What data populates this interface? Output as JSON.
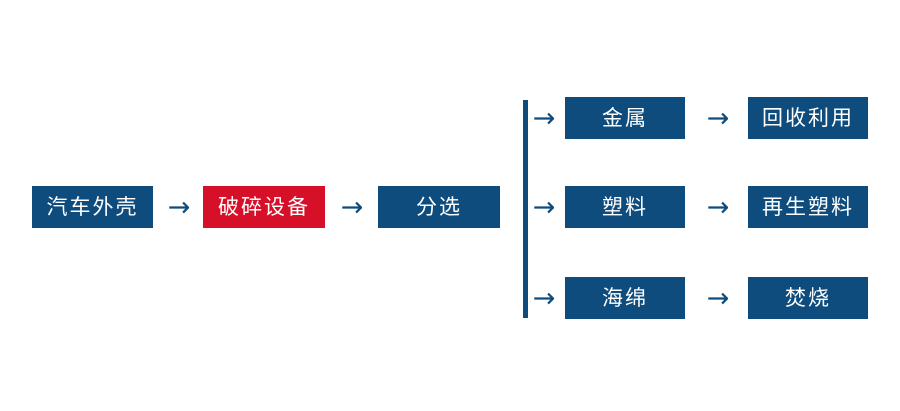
{
  "diagram": {
    "type": "flowchart",
    "title": "",
    "colors": {
      "node_blue": "#0e4c7e",
      "node_red": "#d7102a",
      "arrow": "#0e4c7e",
      "text": "#ffffff",
      "background": "#ffffff"
    },
    "nodes": {
      "shell": {
        "label": "汽车外壳",
        "color": "#0e4c7e"
      },
      "crush": {
        "label": "破碎设备",
        "color": "#d7102a"
      },
      "sort": {
        "label": "分选",
        "color": "#0e4c7e"
      },
      "metal": {
        "label": "金属",
        "color": "#0e4c7e"
      },
      "plastic": {
        "label": "塑料",
        "color": "#0e4c7e"
      },
      "sponge": {
        "label": "海绵",
        "color": "#0e4c7e"
      },
      "recycle": {
        "label": "回收利用",
        "color": "#0e4c7e"
      },
      "regen": {
        "label": "再生塑料",
        "color": "#0e4c7e"
      },
      "burn": {
        "label": "焚烧",
        "color": "#0e4c7e"
      }
    },
    "arrows": {
      "right": "→",
      "branch": "→"
    }
  }
}
